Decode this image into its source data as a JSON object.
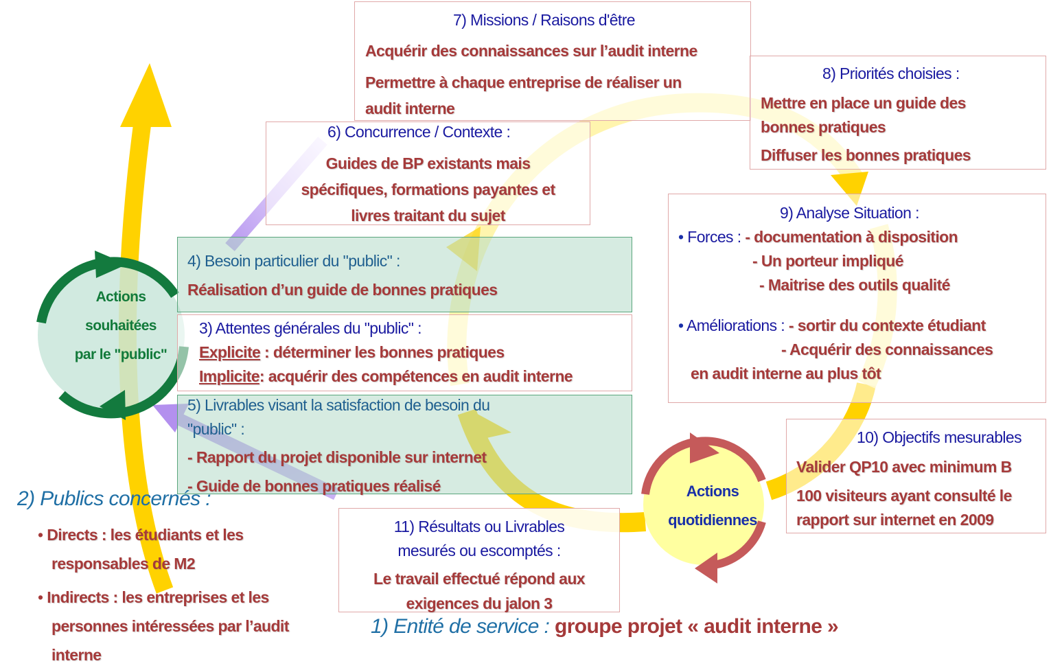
{
  "box7": {
    "title": "7) Missions / Raisons d'être",
    "line1": "Acquérir des connaissances sur l’audit interne",
    "line2": "Permettre à chaque entreprise de réaliser un",
    "line3": "audit interne"
  },
  "box8": {
    "title": "8) Priorités choisies :",
    "line1": "Mettre en place un guide des",
    "line2": "bonnes pratiques",
    "line3": "Diffuser les bonnes pratiques"
  },
  "box6": {
    "title": "6) Concurrence / Contexte :",
    "line1": "Guides de BP existants mais",
    "line2": "spécifiques, formations payantes et",
    "line3": "livres traitant du sujet"
  },
  "box9": {
    "title": "9) Analyse Situation :",
    "forces_label": "Forces : ",
    "forces1": "- documentation à disposition",
    "forces2": "- Un porteur impliqué",
    "forces3": "-  Maitrise des outils qualité",
    "amel_label": "Améliorations : ",
    "amel1": "- sortir du contexte étudiant",
    "amel2": "- Acquérir des connaissances",
    "amel3": "en audit interne au plus tôt"
  },
  "box4": {
    "title": "4) Besoin particulier du \"public\" :",
    "line1": "Réalisation  d’un guide de bonnes pratiques"
  },
  "box3": {
    "title": "3) Attentes générales du \"public\" :",
    "explicit_label": "Explicite",
    "explicit_text": " : déterminer les bonnes pratiques",
    "implicit_label": "Implicite",
    "implicit_text": ": acquérir des compétences en audit interne"
  },
  "box5": {
    "title1": "5) Livrables visant la satisfaction de besoin du",
    "title2": "\"public\" :",
    "line1": "- Rapport du projet disponible sur internet",
    "line2": "- Guide de bonnes pratiques réalisé"
  },
  "box10": {
    "title": "10) Objectifs mesurables",
    "line1": "Valider QP10 avec minimum B",
    "line2": "100 visiteurs ayant consulté le",
    "line3": "rapport sur internet en 2009"
  },
  "box11": {
    "title1": "11) Résultats ou Livrables",
    "title2": "mesurés ou escomptés  :",
    "line1": "Le travail effectué répond aux",
    "line2": "exigences du jalon 3"
  },
  "circle_left": {
    "line1": "Actions",
    "line2": "souhaitées",
    "line3": "par le \"public\""
  },
  "circle_right": {
    "line1": "Actions",
    "line2": "quotidiennes"
  },
  "publics": {
    "title": "2) Publics concernés :",
    "direct1": "Directs : les étudiants et les",
    "direct2": "responsables de M2",
    "indirect1": "Indirects : les entreprises et les",
    "indirect2": "personnes intéressées par l’audit",
    "indirect3": "interne"
  },
  "entite": {
    "label": "1) Entité de service : ",
    "value": "groupe projet « audit interne »"
  },
  "colors": {
    "yellow": "#ffd200",
    "pale_yellow": "#fff3a0",
    "green_ring": "#137a3e",
    "red_ring": "#c55a5a",
    "purple_arrow": "#b999f0"
  }
}
